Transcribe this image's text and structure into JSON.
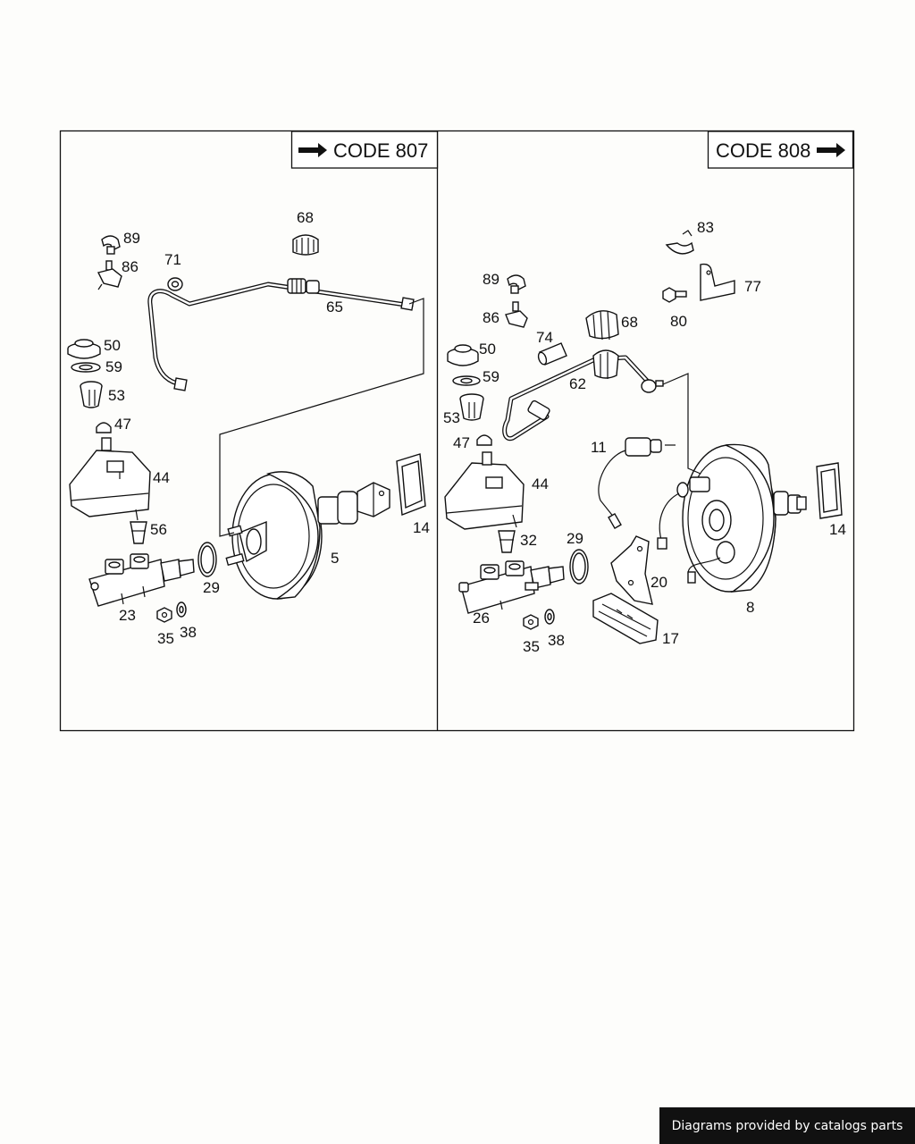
{
  "panels": {
    "left": {
      "code": "CODE 807"
    },
    "right": {
      "code": "CODE 808"
    }
  },
  "labels": {
    "left": {
      "p89": "89",
      "p86": "86",
      "p71": "71",
      "p68": "68",
      "p65": "65",
      "p50": "50",
      "p59": "59",
      "p53": "53",
      "p47": "47",
      "p44": "44",
      "p56": "56",
      "p23": "23",
      "p29": "29",
      "p5": "5",
      "p14": "14",
      "p35": "35",
      "p38": "38"
    },
    "right": {
      "p83": "83",
      "p77": "77",
      "p80": "80",
      "p89": "89",
      "p86": "86",
      "p68": "68",
      "p74": "74",
      "p50": "50",
      "p59": "59",
      "p62": "62",
      "p53": "53",
      "p47": "47",
      "p11": "11",
      "p44": "44",
      "p32": "32",
      "p29": "29",
      "p20": "20",
      "p14": "14",
      "p26": "26",
      "p8": "8",
      "p35": "35",
      "p38": "38",
      "p17": "17"
    }
  },
  "footer": {
    "credit": "Diagrams provided by catalogs parts"
  },
  "colors": {
    "ink": "#111111",
    "paper": "#fdfdfb",
    "footer_bg": "#111111",
    "footer_text": "#ffffff"
  }
}
